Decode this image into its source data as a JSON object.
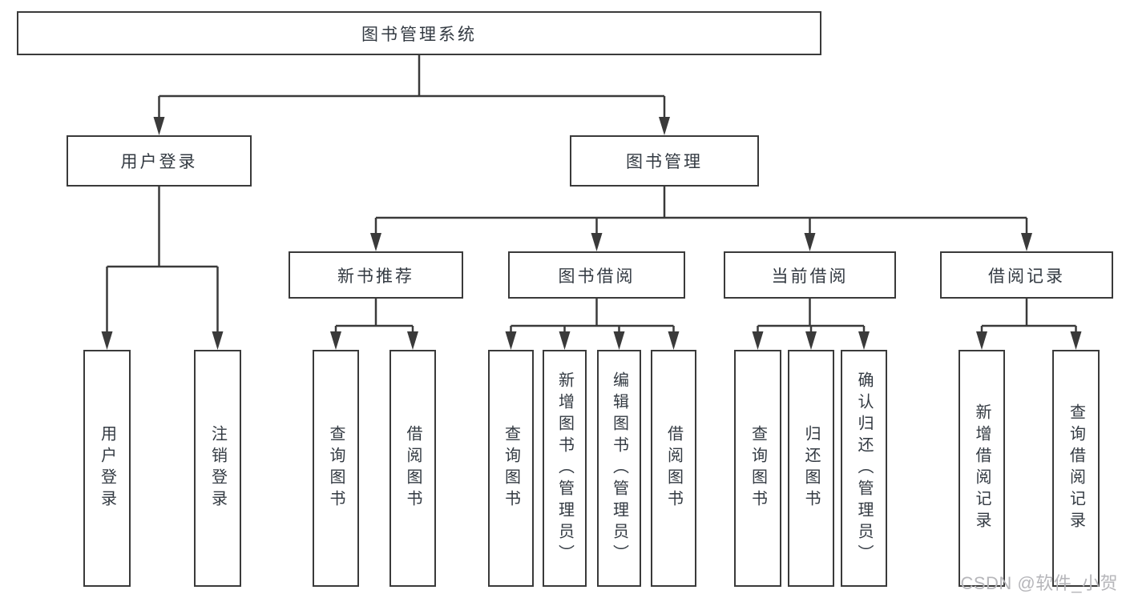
{
  "diagram": {
    "root": {
      "label": "图书管理系统"
    },
    "level1": {
      "user_login": {
        "label": "用户登录",
        "leaves": {
          "login": "用户登录",
          "logout": "注销登录"
        }
      },
      "book_mgmt": {
        "label": "图书管理"
      }
    },
    "level2": {
      "new_book_rec": {
        "label": "新书推荐",
        "leaves": {
          "query": "查询图书",
          "borrow": "借阅图书"
        }
      },
      "book_borrow": {
        "label": "图书借阅",
        "leaves": {
          "query": "查询图书",
          "add": "新增图书（管理员）",
          "edit": "编辑图书（管理员）",
          "borrow": "借阅图书"
        }
      },
      "current_borrow": {
        "label": "当前借阅",
        "leaves": {
          "query": "查询图书",
          "return": "归还图书",
          "confirm": "确认归还（管理员）"
        }
      },
      "borrow_records": {
        "label": "借阅记录",
        "leaves": {
          "add": "新增借阅记录",
          "query": "查询借阅记录"
        }
      }
    }
  },
  "watermark": {
    "text": "CSDN @软件_小贺同学"
  },
  "colors": {
    "line": "#3a3a3a",
    "node-border": "#3a3a3a",
    "node-text": "#333a42",
    "watermark": "#b6b6ba"
  }
}
